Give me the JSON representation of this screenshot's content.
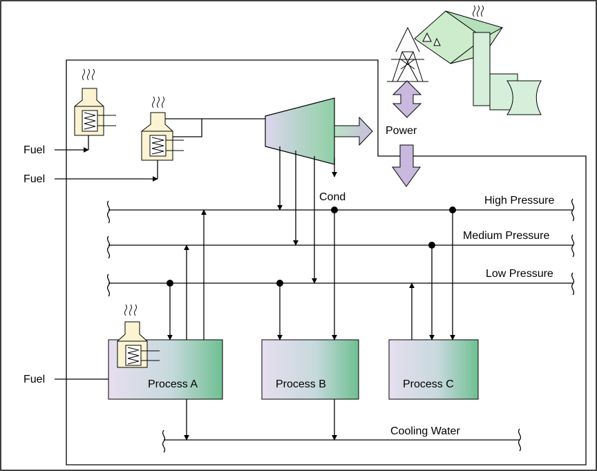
{
  "labels": {
    "fuel_1": "Fuel",
    "fuel_2": "Fuel",
    "fuel_3": "Fuel",
    "power": "Power",
    "cond": "Cond",
    "high_pressure": "High Pressure",
    "medium_pressure": "Medium Pressure",
    "low_pressure": "Low Pressure",
    "cooling_water": "Cooling Water",
    "process_a": "Process A",
    "process_b": "Process B",
    "process_c": "Process C"
  },
  "colors": {
    "boiler_fill": "#fbf3d2",
    "process_gradient_start": "#e4dcee",
    "process_gradient_end": "#74c394",
    "turbine_gradient_start": "#d9d2ea",
    "turbine_gradient_end": "#8fcfa4",
    "power_arrow": "#c9b9de",
    "power_plant": "#d6eedb",
    "transmission_tower": "#cfeccd"
  },
  "icons": [
    "boiler-icon",
    "steam-turbine-icon",
    "transmission-tower-icon",
    "power-plant-icon",
    "steam-wisps-icon",
    "arrow-icon"
  ]
}
